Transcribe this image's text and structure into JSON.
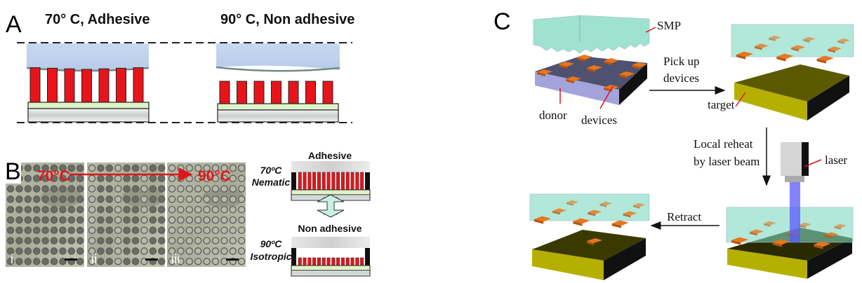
{
  "panel_a": {
    "label": "A",
    "left_title": "70° C,  Adhesive",
    "right_title": "90° C,  Non adhesive"
  },
  "panel_b": {
    "label": "B",
    "temp_start": "70°C",
    "temp_end": "90°C",
    "images": [
      "i",
      "ii",
      "iii"
    ],
    "schematic": {
      "top_title": "Adhesive",
      "top_temp": "70ºC",
      "top_phase": "Nematic",
      "bottom_title": "Non adhesive",
      "bottom_temp": "90ºC",
      "bottom_phase": "Isotropic"
    }
  },
  "panel_c": {
    "label": "C",
    "smp": "SMP",
    "donor": "donor",
    "devices": "devices",
    "pick_up": [
      "Pick up",
      "devices"
    ],
    "target": "target",
    "reheat": [
      "Local reheat",
      "by laser beam"
    ],
    "laser": "laser",
    "retract": "Retract"
  },
  "colors": {
    "pillar_red": "#e8141b",
    "smp_teal": "#7fd8c0",
    "device_orange": "#e8761c",
    "target_olive": "#b5b000",
    "donor_lavender": "#a4a4dc",
    "laser_beam": "#5a5aff"
  }
}
